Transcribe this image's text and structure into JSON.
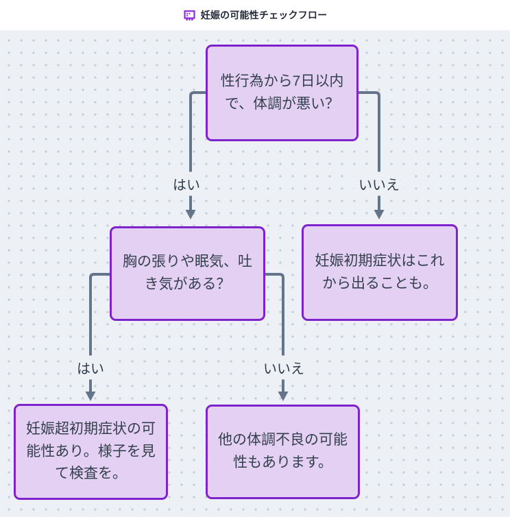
{
  "header": {
    "title": "妊娠の可能性チェックフロー",
    "icon": "projector-screen-icon"
  },
  "diagram": {
    "type": "flowchart",
    "nodes": [
      {
        "id": "A",
        "text": "性行為から7日以内で、体調が悪い？"
      },
      {
        "id": "B",
        "text": "胸の張りや眠気、吐き気がある？"
      },
      {
        "id": "C",
        "text": "妊娠初期症状はこれから出ることも。"
      },
      {
        "id": "D",
        "text": "妊娠超初期症状の可能性あり。様子を見て検査を。"
      },
      {
        "id": "E",
        "text": "他の体調不良の可能性もあります。"
      }
    ],
    "edges": [
      {
        "from": "A",
        "to": "B",
        "label": "はい"
      },
      {
        "from": "A",
        "to": "C",
        "label": "いいえ"
      },
      {
        "from": "B",
        "to": "D",
        "label": "はい"
      },
      {
        "from": "B",
        "to": "E",
        "label": "いいえ"
      }
    ],
    "colors": {
      "node_fill": "#e3d0f3",
      "node_border": "#7e22ce",
      "node_text": "#35404f",
      "edge_line": "#64748b",
      "edge_label_text": "#2f3b4c",
      "canvas_background": "#edf0f5",
      "canvas_dot": "#c6ceda",
      "title_text": "#232936",
      "icon_purple": "#8b21d8"
    }
  }
}
